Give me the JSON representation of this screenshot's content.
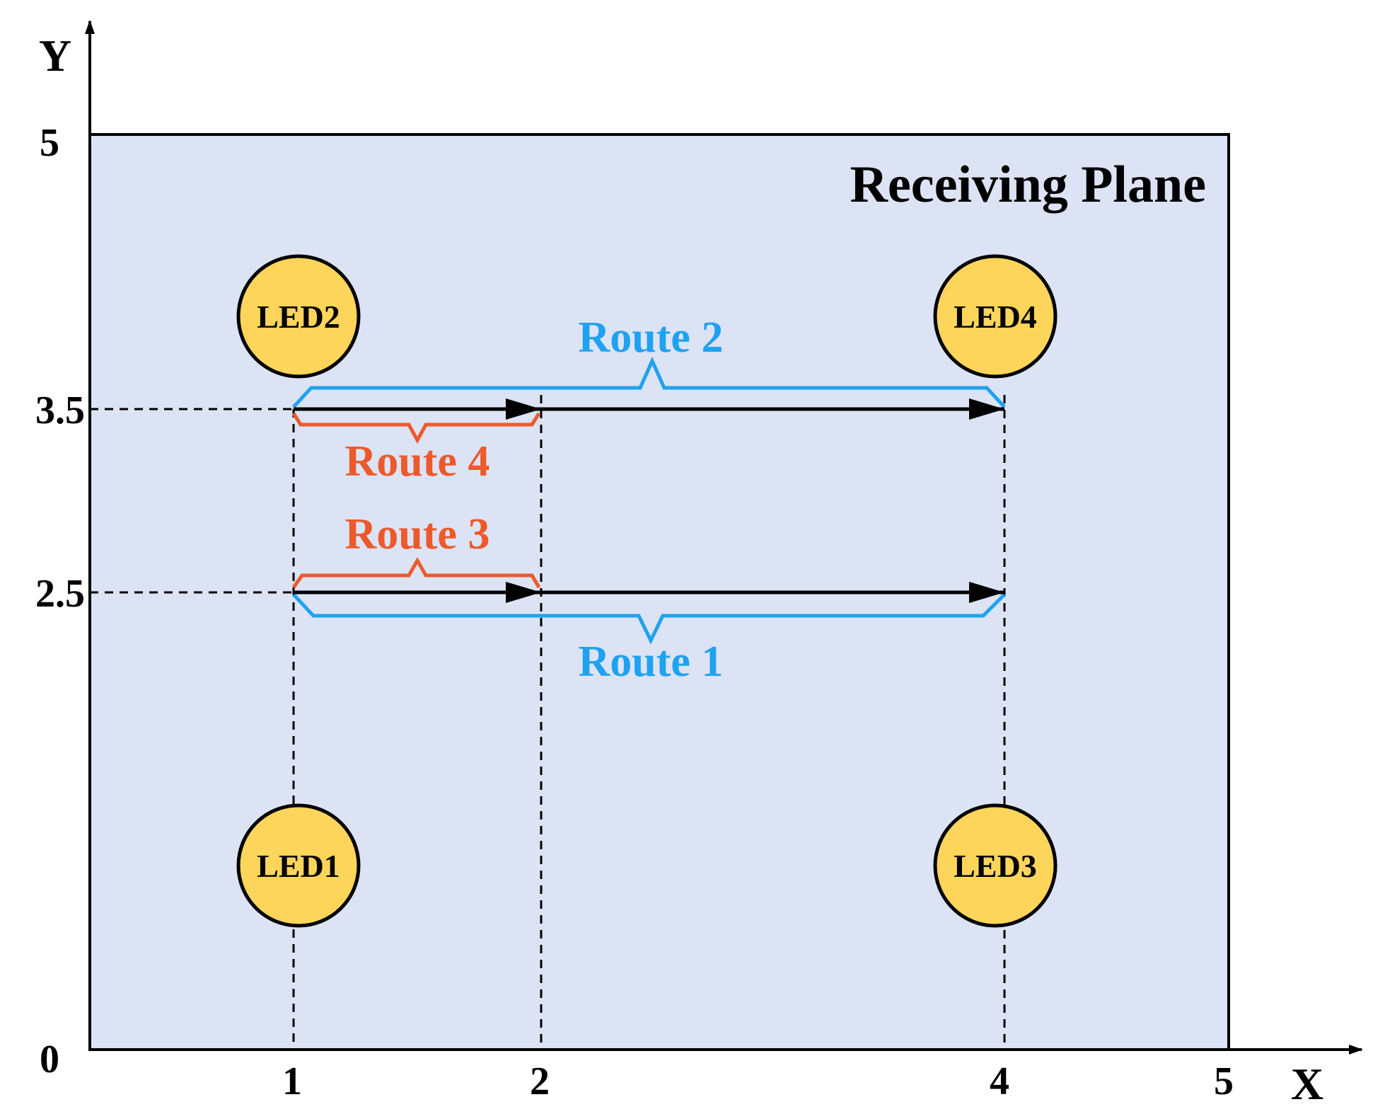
{
  "plane": {
    "title": "Receiving Plane",
    "fill_color": "#dce3f4"
  },
  "axes": {
    "x_label": "X",
    "y_label": "Y",
    "x_range": [
      0,
      5
    ],
    "y_range": [
      0,
      5
    ],
    "x_ticks": [
      "1",
      "2",
      "4",
      "5"
    ],
    "y_ticks": [
      "5",
      "3.5",
      "2.5",
      "0"
    ]
  },
  "leds": [
    {
      "label": "LED1",
      "x": 1,
      "y": 0.8
    },
    {
      "label": "LED2",
      "x": 1,
      "y": 4.2
    },
    {
      "label": "LED3",
      "x": 4,
      "y": 0.8
    },
    {
      "label": "LED4",
      "x": 4,
      "y": 4.2
    }
  ],
  "led_color": "#fdd55a",
  "routes": [
    {
      "label": "Route 1",
      "y": 2.5,
      "x_start": 1,
      "x_end": 4,
      "color": "#1fa2f0"
    },
    {
      "label": "Route 2",
      "y": 3.5,
      "x_start": 1,
      "x_end": 4,
      "color": "#1fa2f0"
    },
    {
      "label": "Route 3",
      "y": 2.5,
      "x_start": 1,
      "x_end": 2,
      "color": "#ec5a2c"
    },
    {
      "label": "Route 4",
      "y": 3.5,
      "x_start": 1,
      "x_end": 2,
      "color": "#ec5a2c"
    }
  ]
}
